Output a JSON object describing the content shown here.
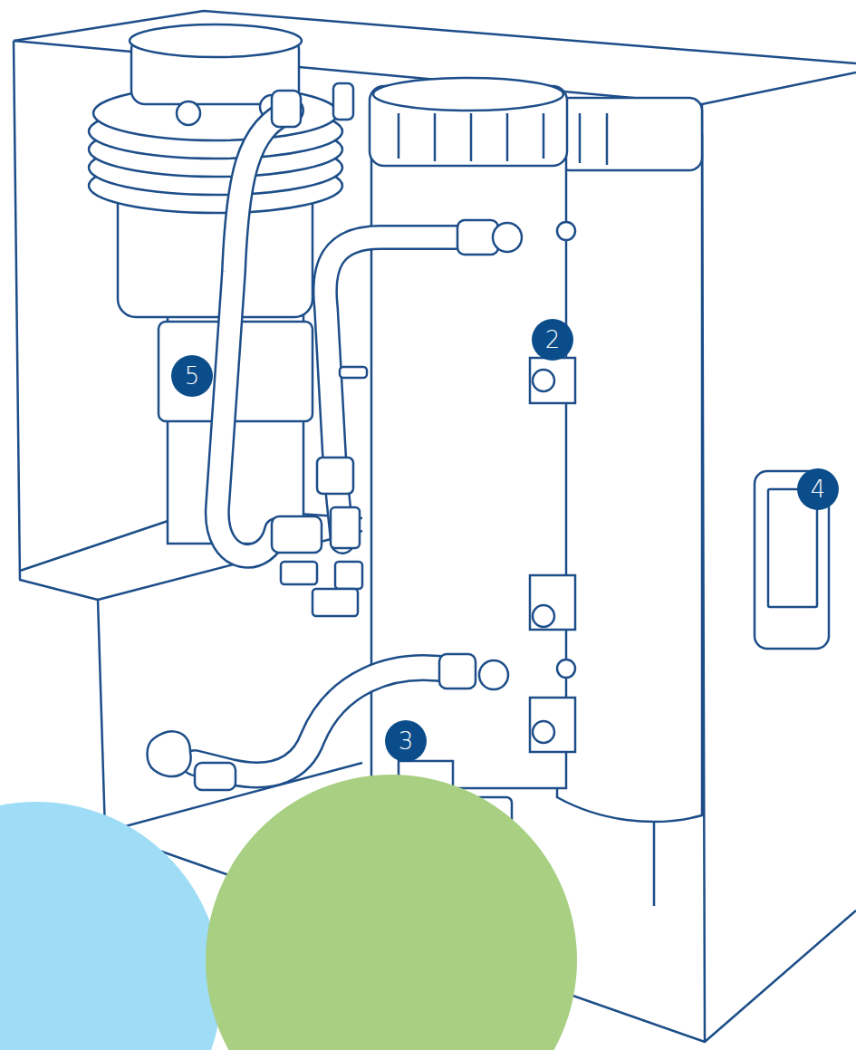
{
  "diagram": {
    "labels": [
      "2",
      "5",
      "4",
      "3"
    ]
  }
}
